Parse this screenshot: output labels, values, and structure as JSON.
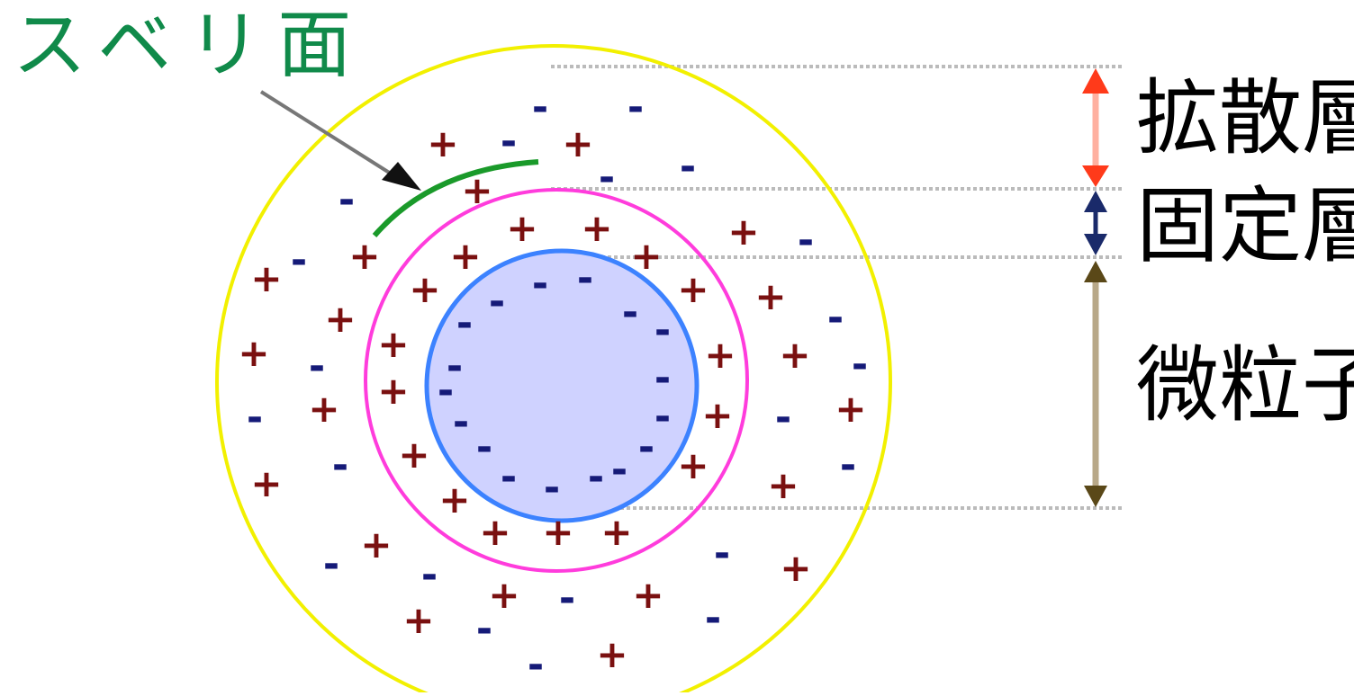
{
  "labels": {
    "slip_plane": "スベリ面",
    "diffuse_layer": "拡散層",
    "fixed_layer": "固定層",
    "particle": "微粒子"
  },
  "symbols": {
    "plus": "+",
    "minus": "-"
  },
  "colors": {
    "slip_plane_text": "#108a4a",
    "slip_plane_arc": "#1a9a2a",
    "label_text": "#000000",
    "outer_circle": "#f2f000",
    "middle_circle": "#ff3cdc",
    "particle_circle": "#3c82ff",
    "particle_fill": "#cfd2ff",
    "plus_charge": "#7a1010",
    "minus_charge": "#151a78",
    "diffuse_arrow": "#ff3a1a",
    "diffuse_arrow_shaft": "#ffb0a0",
    "fixed_arrow": "#1a2a6a",
    "particle_arrow": "#5a4818",
    "particle_arrow_shaft": "#b8a888",
    "guide_line": "#bbbbbb"
  }
}
